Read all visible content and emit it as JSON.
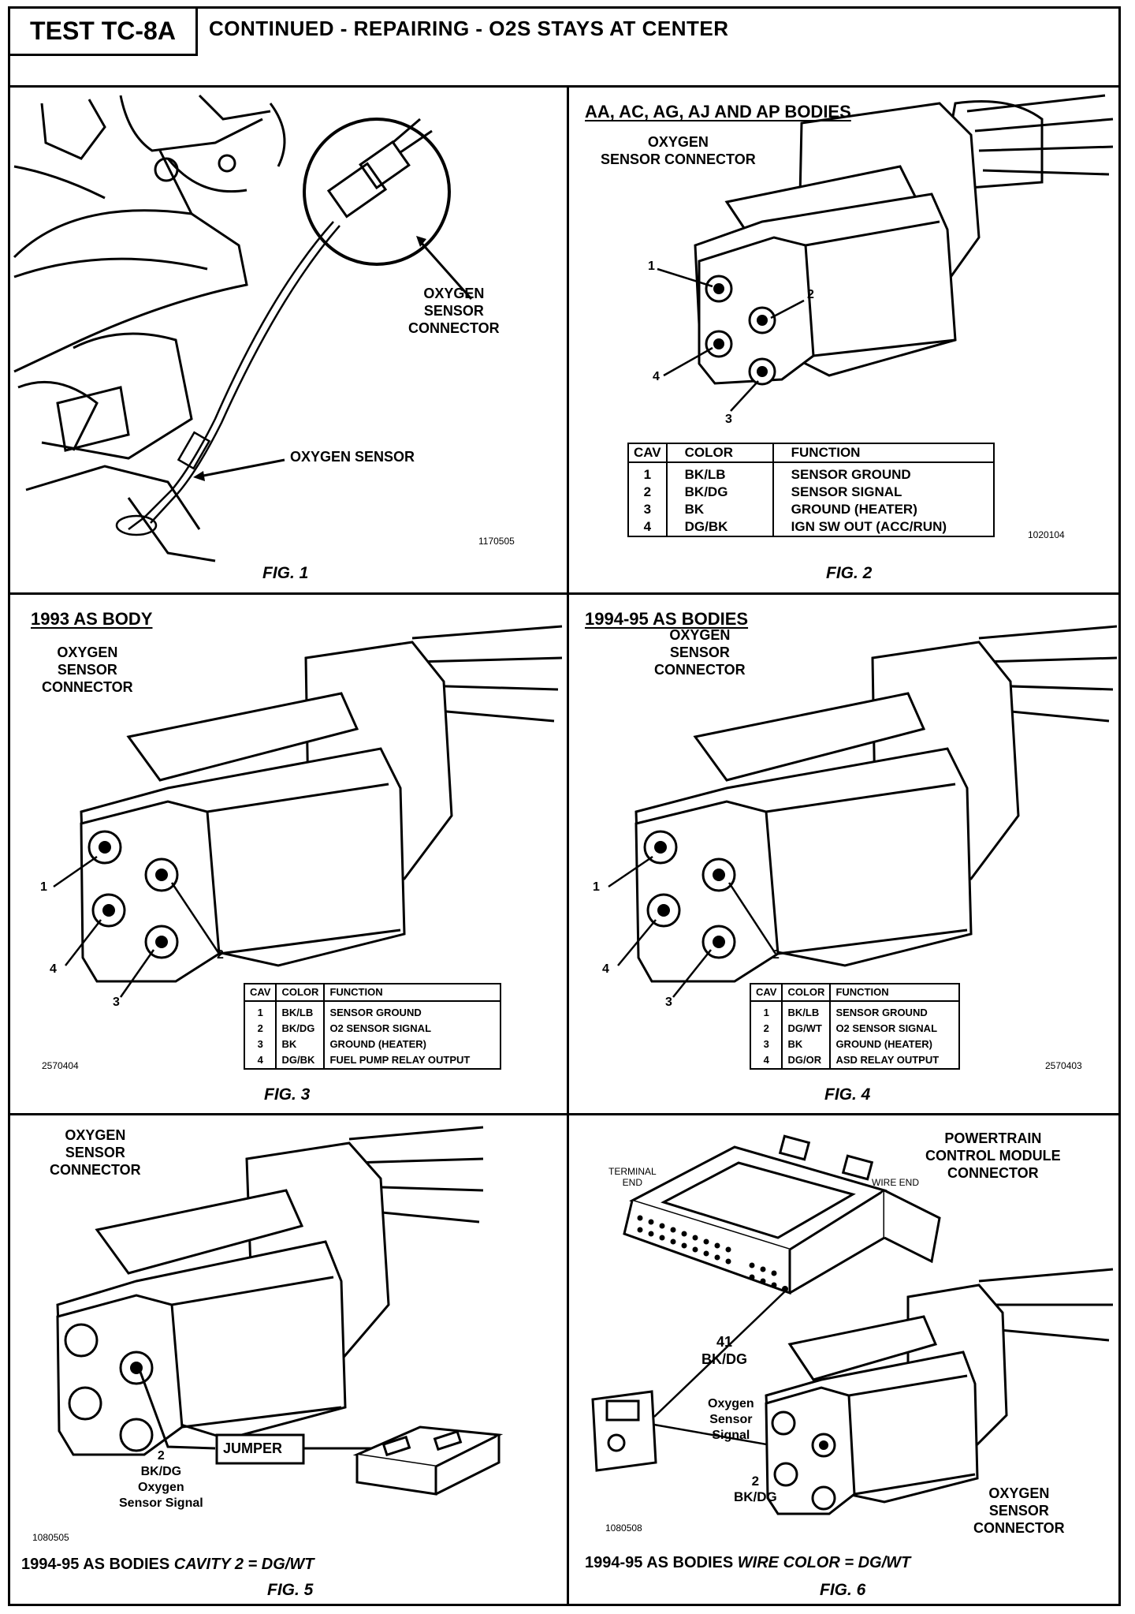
{
  "header": {
    "test_id": "TEST TC-8A",
    "title": "CONTINUED - REPAIRING - O2S STAYS AT CENTER"
  },
  "fig1": {
    "label_connector": "OXYGEN\nSENSOR\nCONNECTOR",
    "label_sensor": "OXYGEN SENSOR",
    "ref": "1170505",
    "caption": "FIG. 1"
  },
  "fig2": {
    "heading": "AA, AC, AG, AJ AND AP BODIES",
    "label": "OXYGEN\nSENSOR CONNECTOR",
    "pins": [
      "1",
      "2",
      "3",
      "4"
    ],
    "ref": "1020104",
    "caption": "FIG. 2",
    "table": {
      "headers": [
        "CAV",
        "COLOR",
        "FUNCTION"
      ],
      "rows": [
        [
          "1",
          "BK/LB",
          "SENSOR GROUND"
        ],
        [
          "2",
          "BK/DG",
          "SENSOR SIGNAL"
        ],
        [
          "3",
          "BK",
          "GROUND (HEATER)"
        ],
        [
          "4",
          "DG/BK",
          "IGN SW OUT (ACC/RUN)"
        ]
      ]
    }
  },
  "fig3": {
    "heading": "1993 AS BODY",
    "label": "OXYGEN\nSENSOR\nCONNECTOR",
    "pins": [
      "1",
      "2",
      "3",
      "4"
    ],
    "ref": "2570404",
    "caption": "FIG. 3",
    "table": {
      "headers": [
        "CAV",
        "COLOR",
        "FUNCTION"
      ],
      "rows": [
        [
          "1",
          "BK/LB",
          "SENSOR GROUND"
        ],
        [
          "2",
          "BK/DG",
          "O2 SENSOR SIGNAL"
        ],
        [
          "3",
          "BK",
          "GROUND (HEATER)"
        ],
        [
          "4",
          "DG/BK",
          "FUEL PUMP RELAY OUTPUT"
        ]
      ]
    }
  },
  "fig4": {
    "heading": "1994-95 AS BODIES",
    "label": "OXYGEN\nSENSOR\nCONNECTOR",
    "pins": [
      "1",
      "2",
      "3",
      "4"
    ],
    "ref": "2570403",
    "caption": "FIG. 4",
    "table": {
      "headers": [
        "CAV",
        "COLOR",
        "FUNCTION"
      ],
      "rows": [
        [
          "1",
          "BK/LB",
          "SENSOR GROUND"
        ],
        [
          "2",
          "DG/WT",
          "O2 SENSOR SIGNAL"
        ],
        [
          "3",
          "BK",
          "GROUND (HEATER)"
        ],
        [
          "4",
          "DG/OR",
          "ASD RELAY OUTPUT"
        ]
      ]
    }
  },
  "fig5": {
    "label": "OXYGEN\nSENSOR\nCONNECTOR",
    "jumper": "JUMPER",
    "pin_label": "2\nBK/DG\nOxygen\nSensor Signal",
    "ref": "1080505",
    "note_prefix": "1994-95 AS BODIES",
    "note_italic": "CAVITY 2 = DG/WT",
    "caption": "FIG. 5"
  },
  "fig6": {
    "pcm_label": "POWERTRAIN\nCONTROL MODULE\nCONNECTOR",
    "terminal_end": "TERMINAL\nEND",
    "wire_end": "WIRE END",
    "pin41": "41\nBK/DG",
    "signal_label": "Oxygen\nSensor\nSignal",
    "pin2": "2\nBK/DG",
    "connector_label": "OXYGEN\nSENSOR\nCONNECTOR",
    "ref": "1080508",
    "note_prefix": "1994-95 AS BODIES",
    "note_italic": "WIRE COLOR  = DG/WT",
    "caption": "FIG. 6"
  }
}
